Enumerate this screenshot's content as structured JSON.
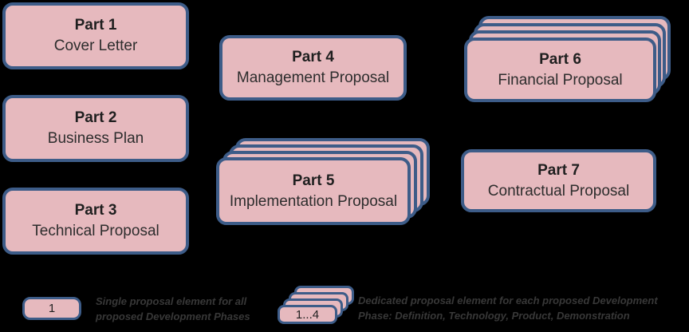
{
  "diagram": {
    "title_semantic": "Proposal document structure",
    "colors": {
      "background": "#000000",
      "box_fill": "#e6b9be",
      "box_border": "#3d5c88",
      "box_text": "#1f1f1f",
      "legend_text": "#383838"
    },
    "parts": {
      "p1": {
        "title": "Part 1",
        "subtitle": "Cover Letter",
        "stacked": false
      },
      "p2": {
        "title": "Part 2",
        "subtitle": "Business Plan",
        "stacked": false
      },
      "p3": {
        "title": "Part 3",
        "subtitle": "Technical Proposal",
        "stacked": false
      },
      "p4": {
        "title": "Part 4",
        "subtitle": "Management Proposal",
        "stacked": false
      },
      "p5": {
        "title": "Part 5",
        "subtitle": "Implementation Proposal",
        "stacked": true
      },
      "p6": {
        "title": "Part 6",
        "subtitle": "Financial Proposal",
        "stacked": true
      },
      "p7": {
        "title": "Part 7",
        "subtitle": "Contractual Proposal",
        "stacked": false
      }
    },
    "legend": {
      "single": {
        "label": "1",
        "text": "Single proposal element for all proposed Development Phases"
      },
      "stacked": {
        "label": "1...4",
        "text": "Dedicated proposal element for each proposed Development Phase: Definition, Technology, Product, Demonstration"
      }
    }
  }
}
